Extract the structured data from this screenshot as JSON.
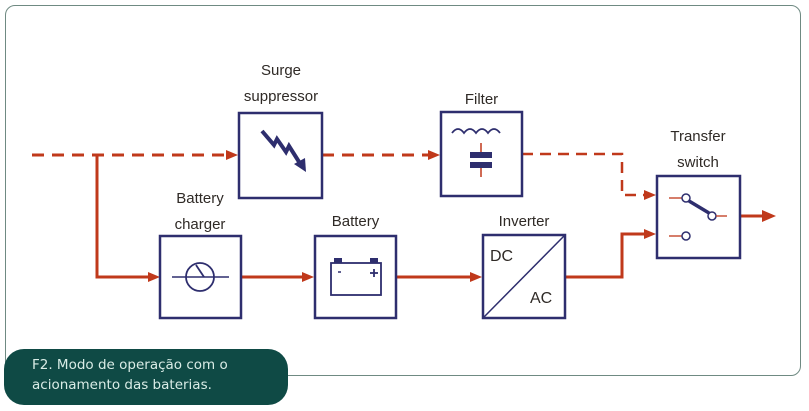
{
  "diagram": {
    "title": "UPS battery operation mode block diagram",
    "blocks": [
      {
        "id": "surge",
        "label_lines": [
          "Surge",
          "suppressor"
        ],
        "icon": "lightning-bolt-icon"
      },
      {
        "id": "filter",
        "label_lines": [
          "Filter"
        ],
        "icon": "inductor-capacitor-icon"
      },
      {
        "id": "transfer",
        "label_lines": [
          "Transfer",
          "switch"
        ],
        "icon": "switch-icon"
      },
      {
        "id": "charger",
        "label_lines": [
          "Battery",
          "charger"
        ],
        "icon": "meter-icon"
      },
      {
        "id": "battery",
        "label_lines": [
          "Battery"
        ],
        "icon": "battery-icon",
        "terminals": [
          "-",
          "+"
        ]
      },
      {
        "id": "inverter",
        "label_lines": [
          "Inverter"
        ],
        "icon": "dc-ac-icon",
        "inner_labels": {
          "top": "DC",
          "bottom": "AC"
        }
      }
    ],
    "connections": [
      {
        "from": "input",
        "to": "surge",
        "style": "dashed"
      },
      {
        "from": "surge",
        "to": "filter",
        "style": "dashed"
      },
      {
        "from": "filter",
        "to": "transfer",
        "style": "dashed"
      },
      {
        "from": "input",
        "to": "charger",
        "style": "solid"
      },
      {
        "from": "charger",
        "to": "battery",
        "style": "solid"
      },
      {
        "from": "battery",
        "to": "inverter",
        "style": "solid"
      },
      {
        "from": "inverter",
        "to": "transfer",
        "style": "solid"
      },
      {
        "from": "transfer",
        "to": "output",
        "style": "solid"
      }
    ],
    "colors": {
      "line": "#c0391b",
      "line_glow": "#f2a23a",
      "box": "#2e2e6e",
      "frame": "#6f8a82",
      "caption_bg": "#0f4a45",
      "caption_text": "#d9ece6"
    }
  },
  "caption": {
    "line1": "F2. Modo de operação com o",
    "line2": "acionamento das baterias."
  }
}
